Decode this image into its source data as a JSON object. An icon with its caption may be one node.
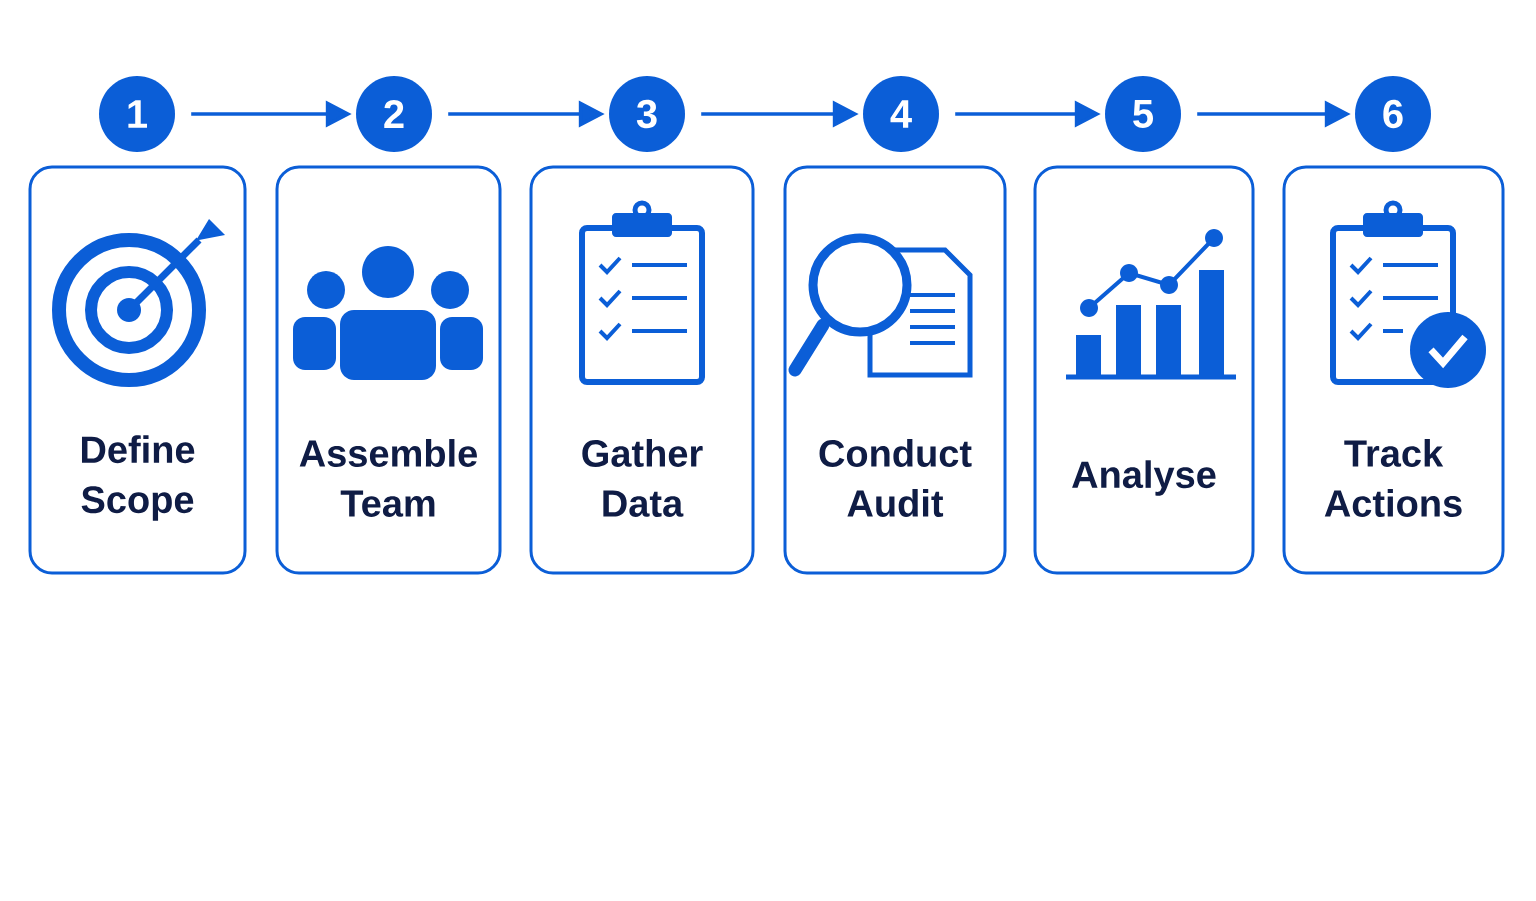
{
  "diagram": {
    "nodes": [
      {
        "text": [
          "1"
        ]
      },
      {
        "text": [
          "2"
        ]
      },
      {
        "text": [
          "3"
        ]
      },
      {
        "text": [
          "4"
        ]
      },
      {
        "text": [
          "5"
        ]
      },
      {
        "text": [
          "6"
        ]
      },
      {
        "text": [
          "Define Scope"
        ]
      },
      {
        "text": [
          "Assemble Team"
        ]
      },
      {
        "text": [
          "Gather Data"
        ]
      },
      {
        "text": [
          "Conduct Audit"
        ]
      },
      {
        "text": [
          "Analyse"
        ]
      },
      {
        "text": [
          "Track Actions"
        ]
      }
    ],
    "edges": [
      {
        "from": 0,
        "to": 1,
        "arrow": "to"
      },
      {
        "from": 1,
        "to": 2,
        "arrow": "to"
      },
      {
        "from": 2,
        "to": 3,
        "arrow": "to"
      },
      {
        "from": 3,
        "to": 4,
        "arrow": "to"
      },
      {
        "from": 4,
        "to": 5,
        "arrow": "to"
      }
    ]
  }
}
